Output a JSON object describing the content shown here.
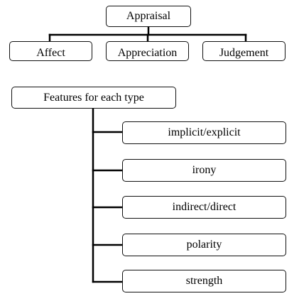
{
  "root": {
    "label": "Appraisal"
  },
  "types": [
    {
      "label": "Affect"
    },
    {
      "label": "Appreciation"
    },
    {
      "label": "Judgement"
    }
  ],
  "features": {
    "label": "Features for each type",
    "items": [
      {
        "label": "implicit/explicit"
      },
      {
        "label": "irony"
      },
      {
        "label": "indirect/direct"
      },
      {
        "label": "polarity"
      },
      {
        "label": "strength"
      }
    ]
  }
}
